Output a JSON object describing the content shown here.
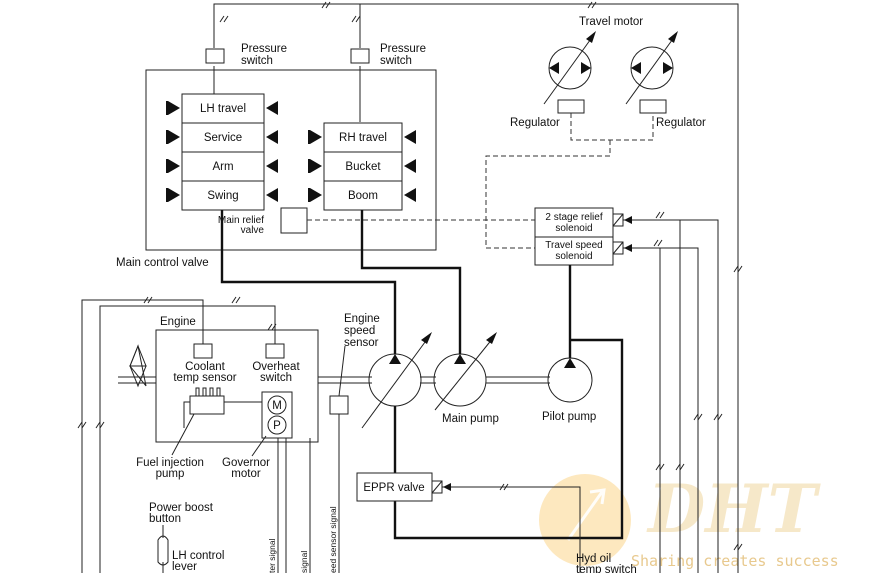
{
  "labels": {
    "pressure_switch_left": [
      "Pressure",
      "switch"
    ],
    "pressure_switch_right": [
      "Pressure",
      "switch"
    ],
    "travel_motor": "Travel motor",
    "regulator_left": "Regulator",
    "regulator_right": "Regulator",
    "main_relief_valve": [
      "Main relief",
      "valve"
    ],
    "main_control_valve": "Main control valve",
    "two_stage_relief": [
      "2 stage relief",
      "solenoid"
    ],
    "travel_speed": [
      "Travel speed",
      "solenoid"
    ],
    "engine": "Engine",
    "engine_speed_sensor": [
      "Engine",
      "speed",
      "sensor"
    ],
    "coolant_temp_sensor": [
      "Coolant",
      "temp sensor"
    ],
    "overheat_switch": [
      "Overheat",
      "switch"
    ],
    "main_pump": "Main pump",
    "pilot_pump": "Pilot pump",
    "fuel_injection_pump": [
      "Fuel injection",
      "pump"
    ],
    "governor_motor": [
      "Governor",
      "motor"
    ],
    "eppr_valve": "EPPR valve",
    "power_boost_button": [
      "Power boost",
      "button"
    ],
    "lh_control_lever": [
      "LH control",
      "lever"
    ],
    "hyd_oil_temp_switch": [
      "Hyd oil",
      "temp switch"
    ],
    "motor_m": "M",
    "pot_p": "P",
    "signal_1": "ter signal",
    "signal_2": "signal",
    "signal_3": "eed sensor signal"
  },
  "spools_left": [
    "LH travel",
    "Service",
    "Arm",
    "Swing"
  ],
  "spools_right": [
    "RH travel",
    "Bucket",
    "Boom"
  ],
  "watermark": {
    "brand": "DHT",
    "slogan": "Sharing creates success"
  },
  "colors": {
    "line": "#111111",
    "watermark_orange": "#f5a623"
  }
}
